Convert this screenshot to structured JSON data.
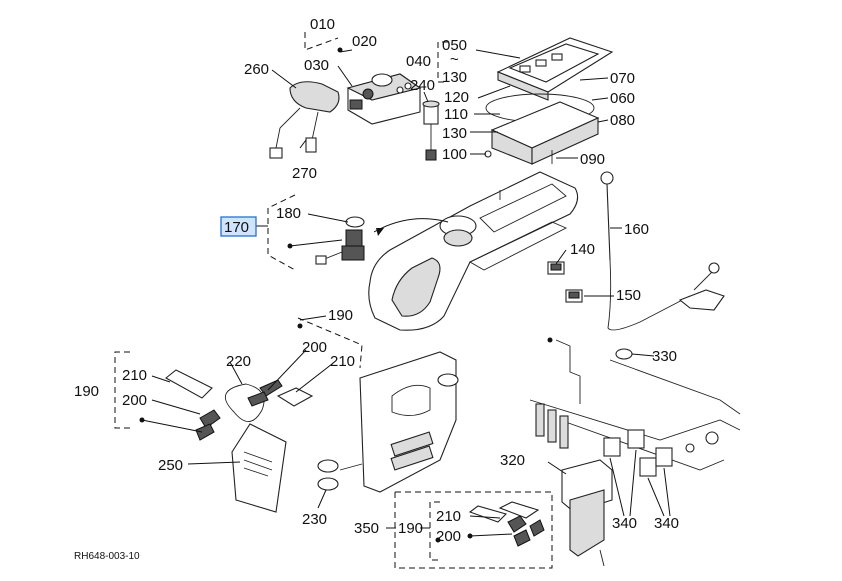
{
  "labels": {
    "p010": "010",
    "p020": "020",
    "p030": "030",
    "p040": "040",
    "tilde": "~",
    "p050": "050",
    "p060": "060",
    "p070": "070",
    "p080": "080",
    "p090": "090",
    "p100": "100",
    "p110": "110",
    "p120": "120",
    "p130a": "130",
    "p130b": "130",
    "p140": "140",
    "p150": "150",
    "p160": "160",
    "p170": "170",
    "p180": "180",
    "p190a": "190",
    "p190b": "190",
    "p190c": "190",
    "p200a": "200",
    "p200b": "200",
    "p200c": "200",
    "p210a": "210",
    "p210b": "210",
    "p210c": "210",
    "p220": "220",
    "p230": "230",
    "p240": "240",
    "p250": "250",
    "p260": "260",
    "p270": "270",
    "p320": "320",
    "p330": "330",
    "p340a": "340",
    "p340b": "340",
    "p350": "350"
  },
  "drawing_code": "RH648-003-10",
  "highlight_color": "#2a6fd1"
}
